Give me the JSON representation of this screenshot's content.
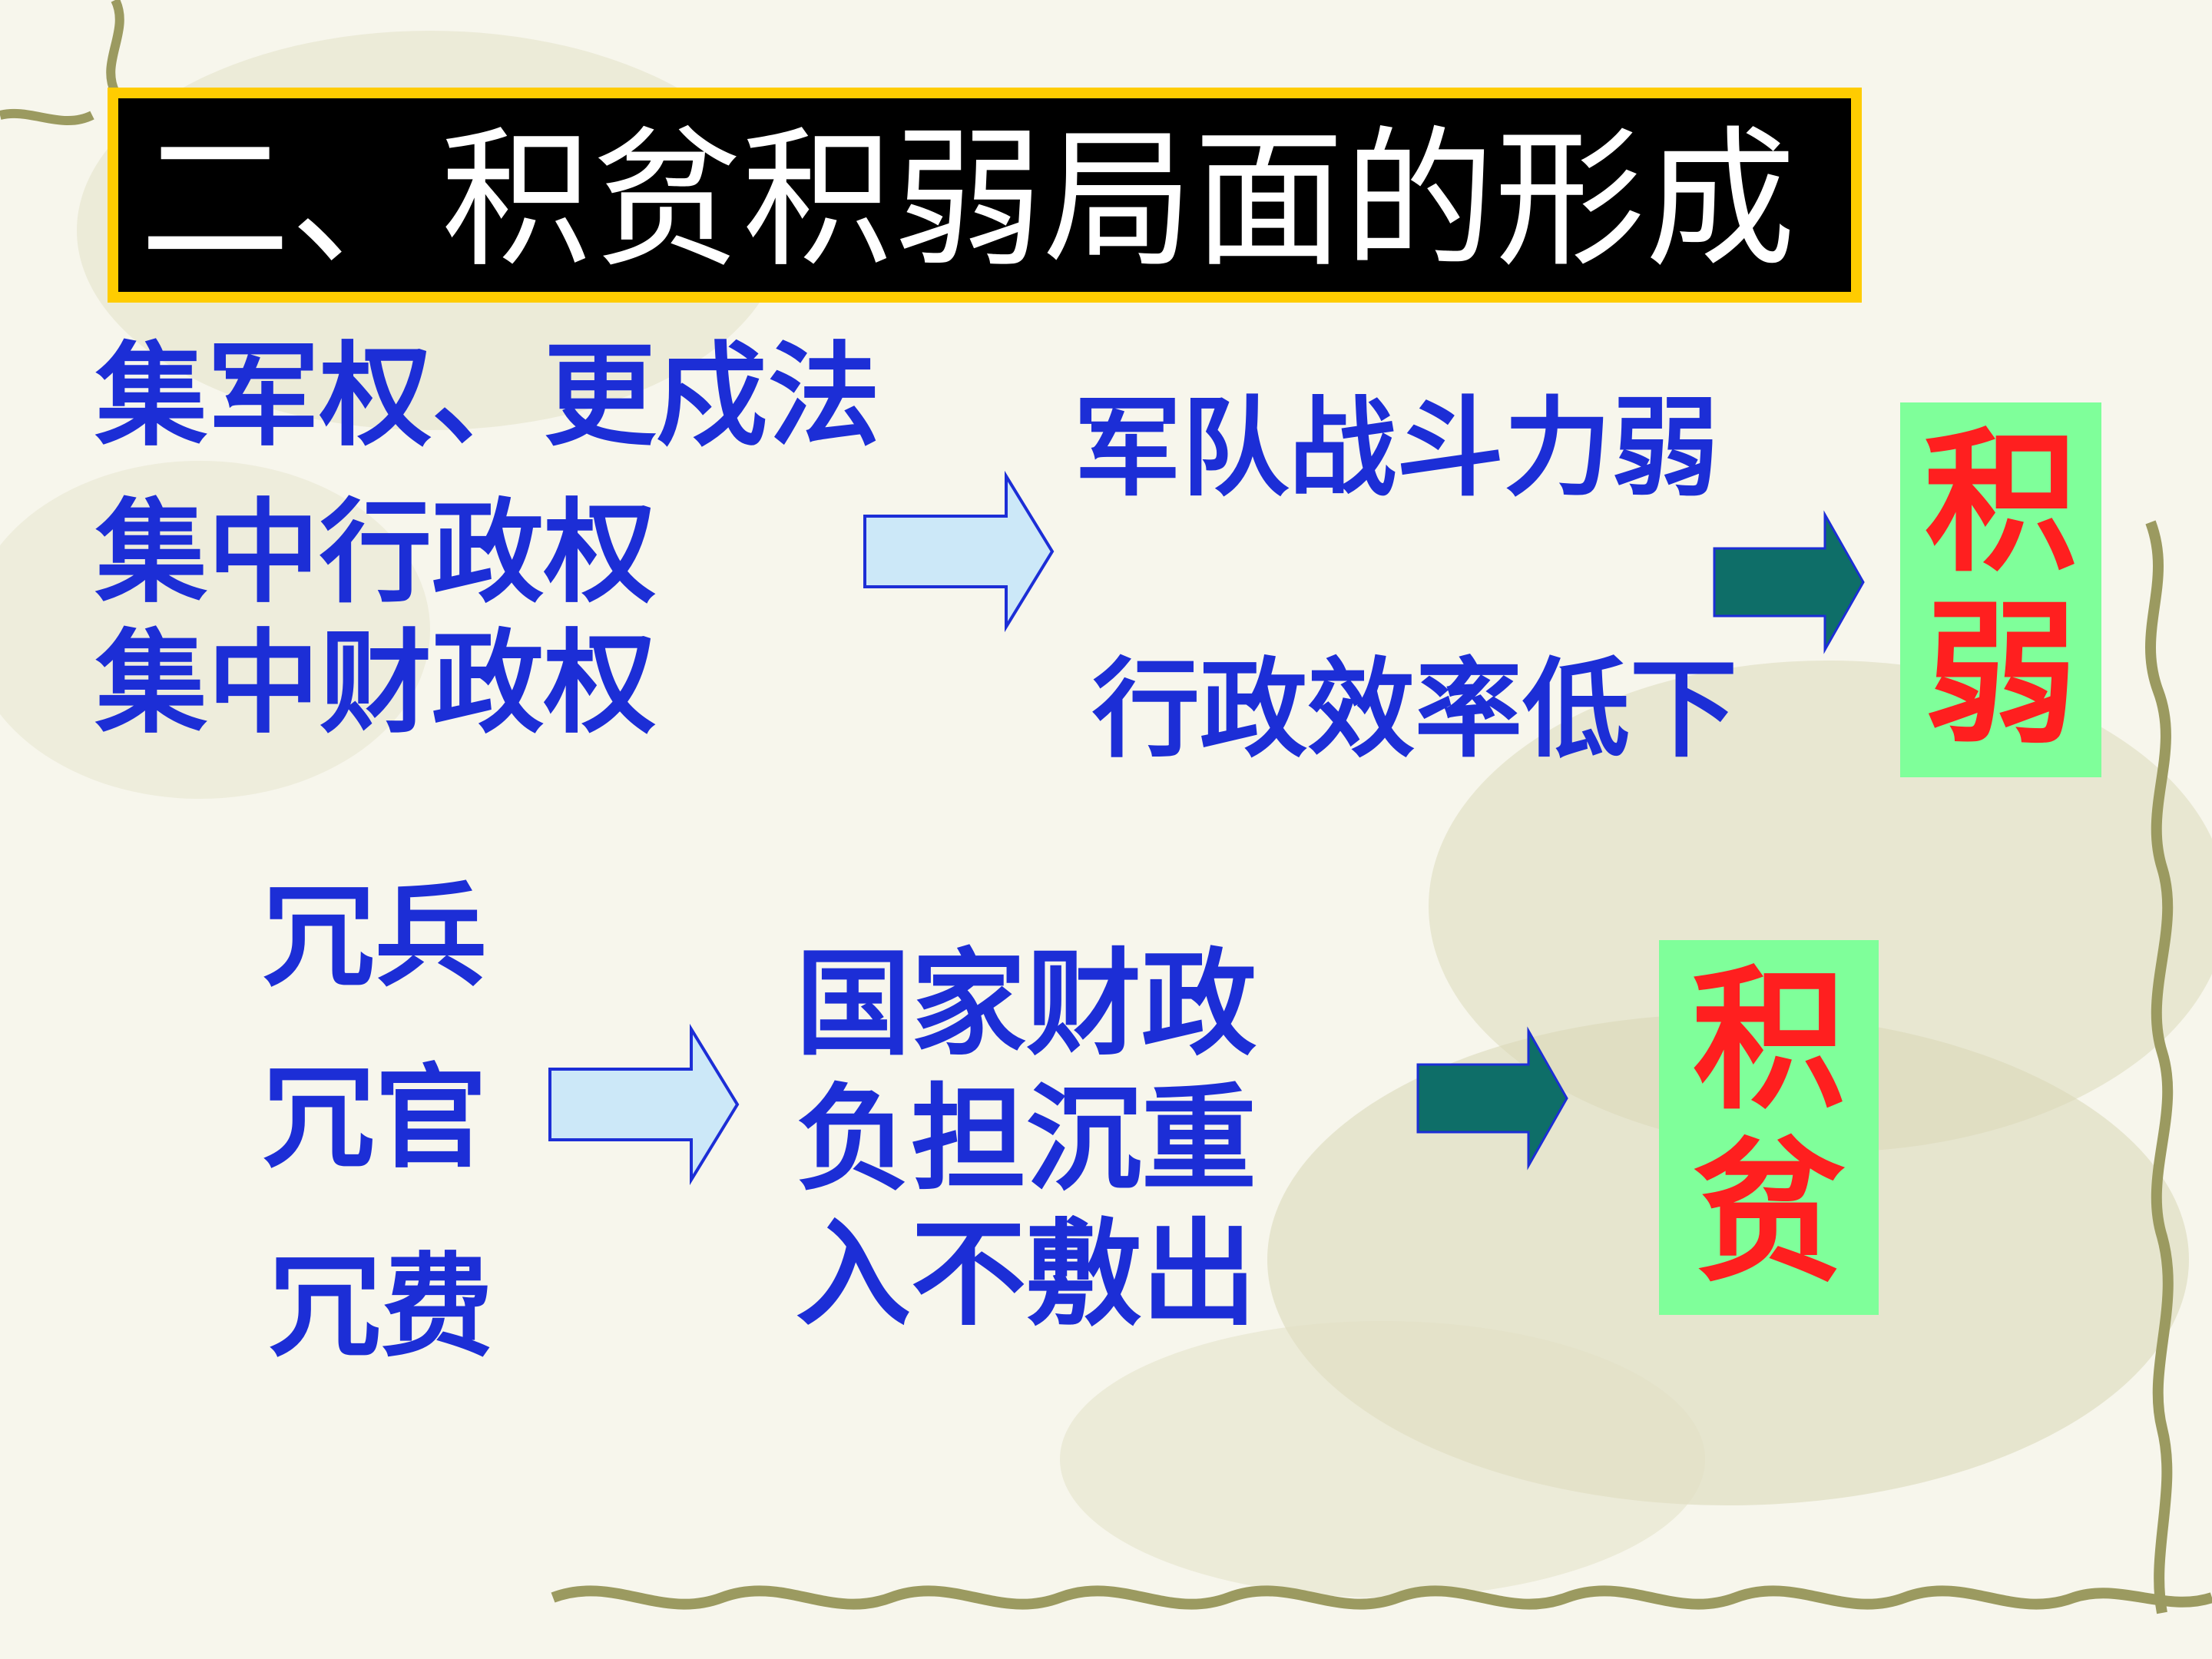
{
  "title": "二、积贫积弱局面的形成",
  "weak_branch": {
    "causes": [
      "集军权、更戍法",
      "集中行政权",
      "集中财政权"
    ],
    "effects": [
      "军队战斗力弱",
      "行政效率低下"
    ],
    "result": [
      "积",
      "弱"
    ]
  },
  "poor_branch": {
    "causes": [
      "冗兵",
      "冗官",
      "冗费"
    ],
    "effects": [
      "国家财政",
      "负担沉重",
      "入不敷出"
    ],
    "result": [
      "积",
      "贫"
    ]
  },
  "colors": {
    "title_bg": "#000000",
    "title_border": "#ffcc00",
    "text_blue": "#1c2ed6",
    "result_bg": "#7fff9a",
    "result_text": "#ff1f1f",
    "hollow_arrow_fill": "#cce8f8",
    "solid_arrow_fill": "#0e6e68"
  }
}
